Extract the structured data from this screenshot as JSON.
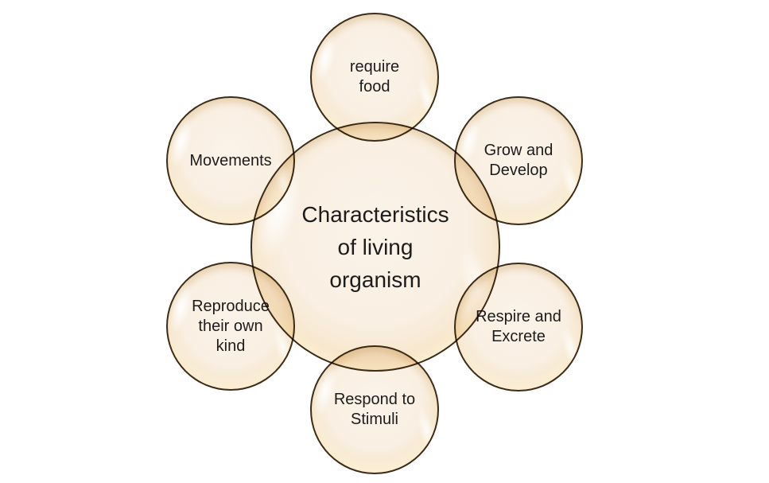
{
  "diagram": {
    "type": "radial-cycle",
    "background_color": "#ffffff",
    "bubble_fill_color": "#f9efe2",
    "bubble_ring_color": "#dfa55c",
    "bubble_outline_color": "#2d1e0a",
    "text_color": "#1c1c1c",
    "center": {
      "label": "Characteristics\nof living\norganism"
    },
    "nodes": [
      {
        "id": "require-food",
        "position": "top",
        "label": "require\nfood"
      },
      {
        "id": "grow-develop",
        "position": "top-right",
        "label": "Grow and\nDevelop"
      },
      {
        "id": "respire-excrete",
        "position": "bottom-right",
        "label": "Respire and\nExcrete"
      },
      {
        "id": "respond-stimuli",
        "position": "bottom",
        "label": "Respond to\nStimuli"
      },
      {
        "id": "reproduce-kind",
        "position": "bottom-left",
        "label": "Reproduce\ntheir own\nkind"
      },
      {
        "id": "movements",
        "position": "top-left",
        "label": "Movements"
      }
    ]
  }
}
